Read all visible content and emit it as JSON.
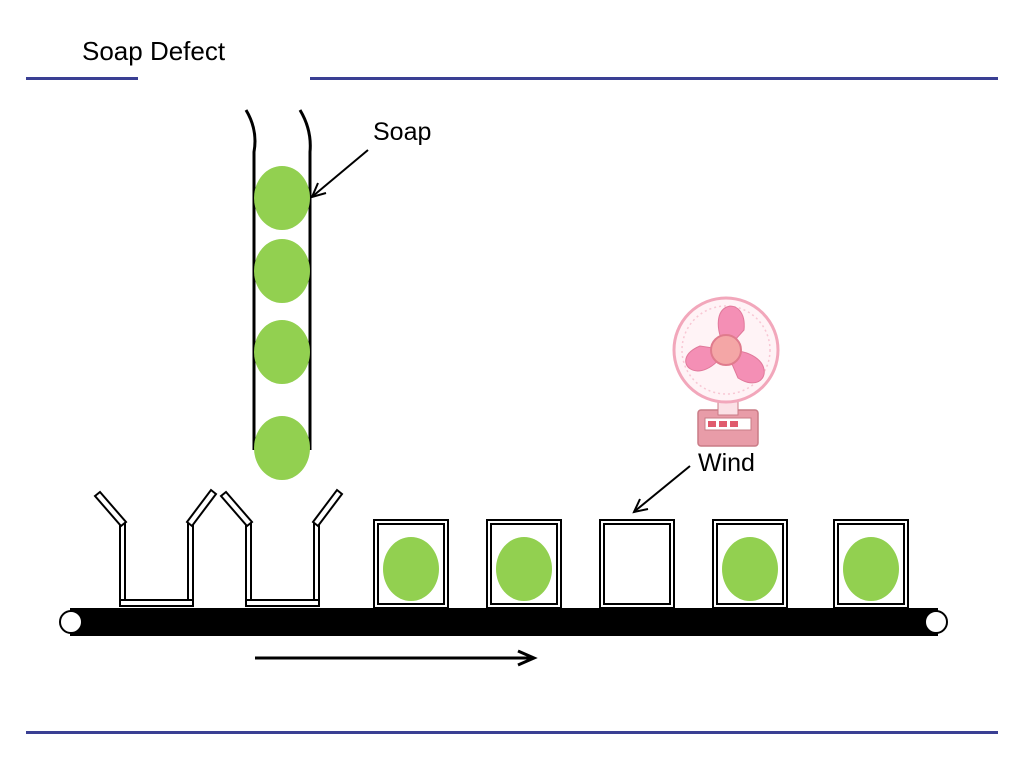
{
  "slide": {
    "title": "Soap Defect",
    "rule_color": "#3a3f93"
  },
  "labels": {
    "soap": "Soap",
    "wind": "Wind"
  },
  "colors": {
    "soap_fill": "#92d050",
    "belt": "#000000",
    "fan_blade": "#f48fb5",
    "fan_hub": "#f4a6a6",
    "fan_base": "#e89ca8"
  },
  "scene": {
    "chute_soap_count": 4,
    "belt_direction": "right",
    "items": [
      {
        "kind": "open-flap-box",
        "has_soap": false
      },
      {
        "kind": "open-flap-box",
        "has_soap": false
      },
      {
        "kind": "closed-box",
        "has_soap": true
      },
      {
        "kind": "closed-box",
        "has_soap": true
      },
      {
        "kind": "closed-box",
        "has_soap": false
      },
      {
        "kind": "closed-box",
        "has_soap": true
      },
      {
        "kind": "closed-box",
        "has_soap": true
      }
    ]
  }
}
